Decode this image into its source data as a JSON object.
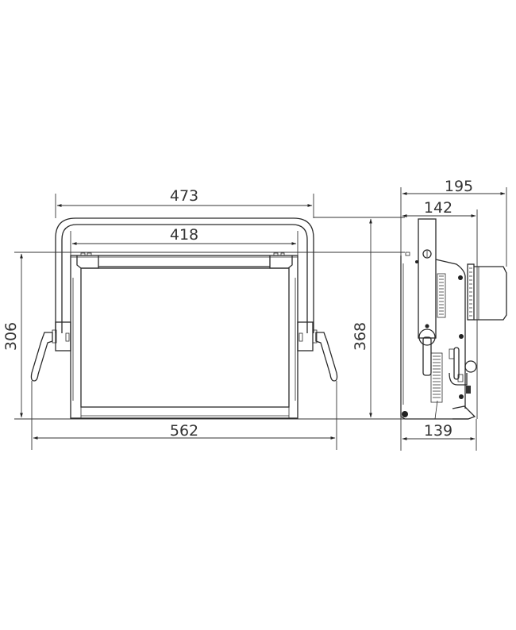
{
  "diagram": {
    "type": "technical-dimension-drawing",
    "units": "mm",
    "views": [
      {
        "name": "front-view",
        "dimensions": {
          "overall_width_with_handles": "562",
          "yoke_width": "473",
          "housing_width": "418",
          "housing_height": "306"
        }
      },
      {
        "name": "side-view",
        "dimensions": {
          "overall_height": "368",
          "overall_depth": "195",
          "yoke_depth": "142",
          "base_depth": "139"
        }
      }
    ]
  },
  "labels": {
    "d473": "473",
    "d418": "418",
    "d306": "306",
    "d562": "562",
    "d368": "368",
    "d195": "195",
    "d142": "142",
    "d139": "139"
  }
}
